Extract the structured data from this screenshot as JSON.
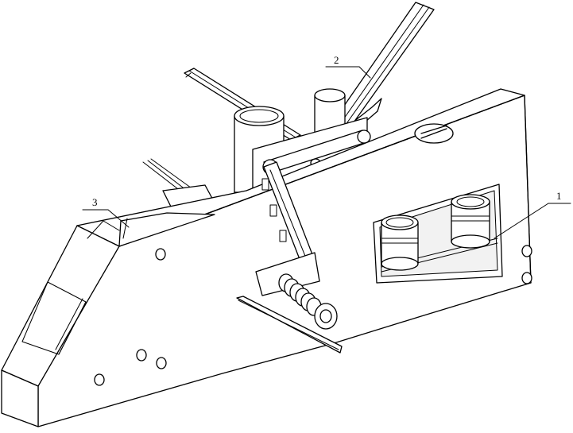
{
  "labels": {
    "part1": "1",
    "part2": "2",
    "part3": "3"
  }
}
